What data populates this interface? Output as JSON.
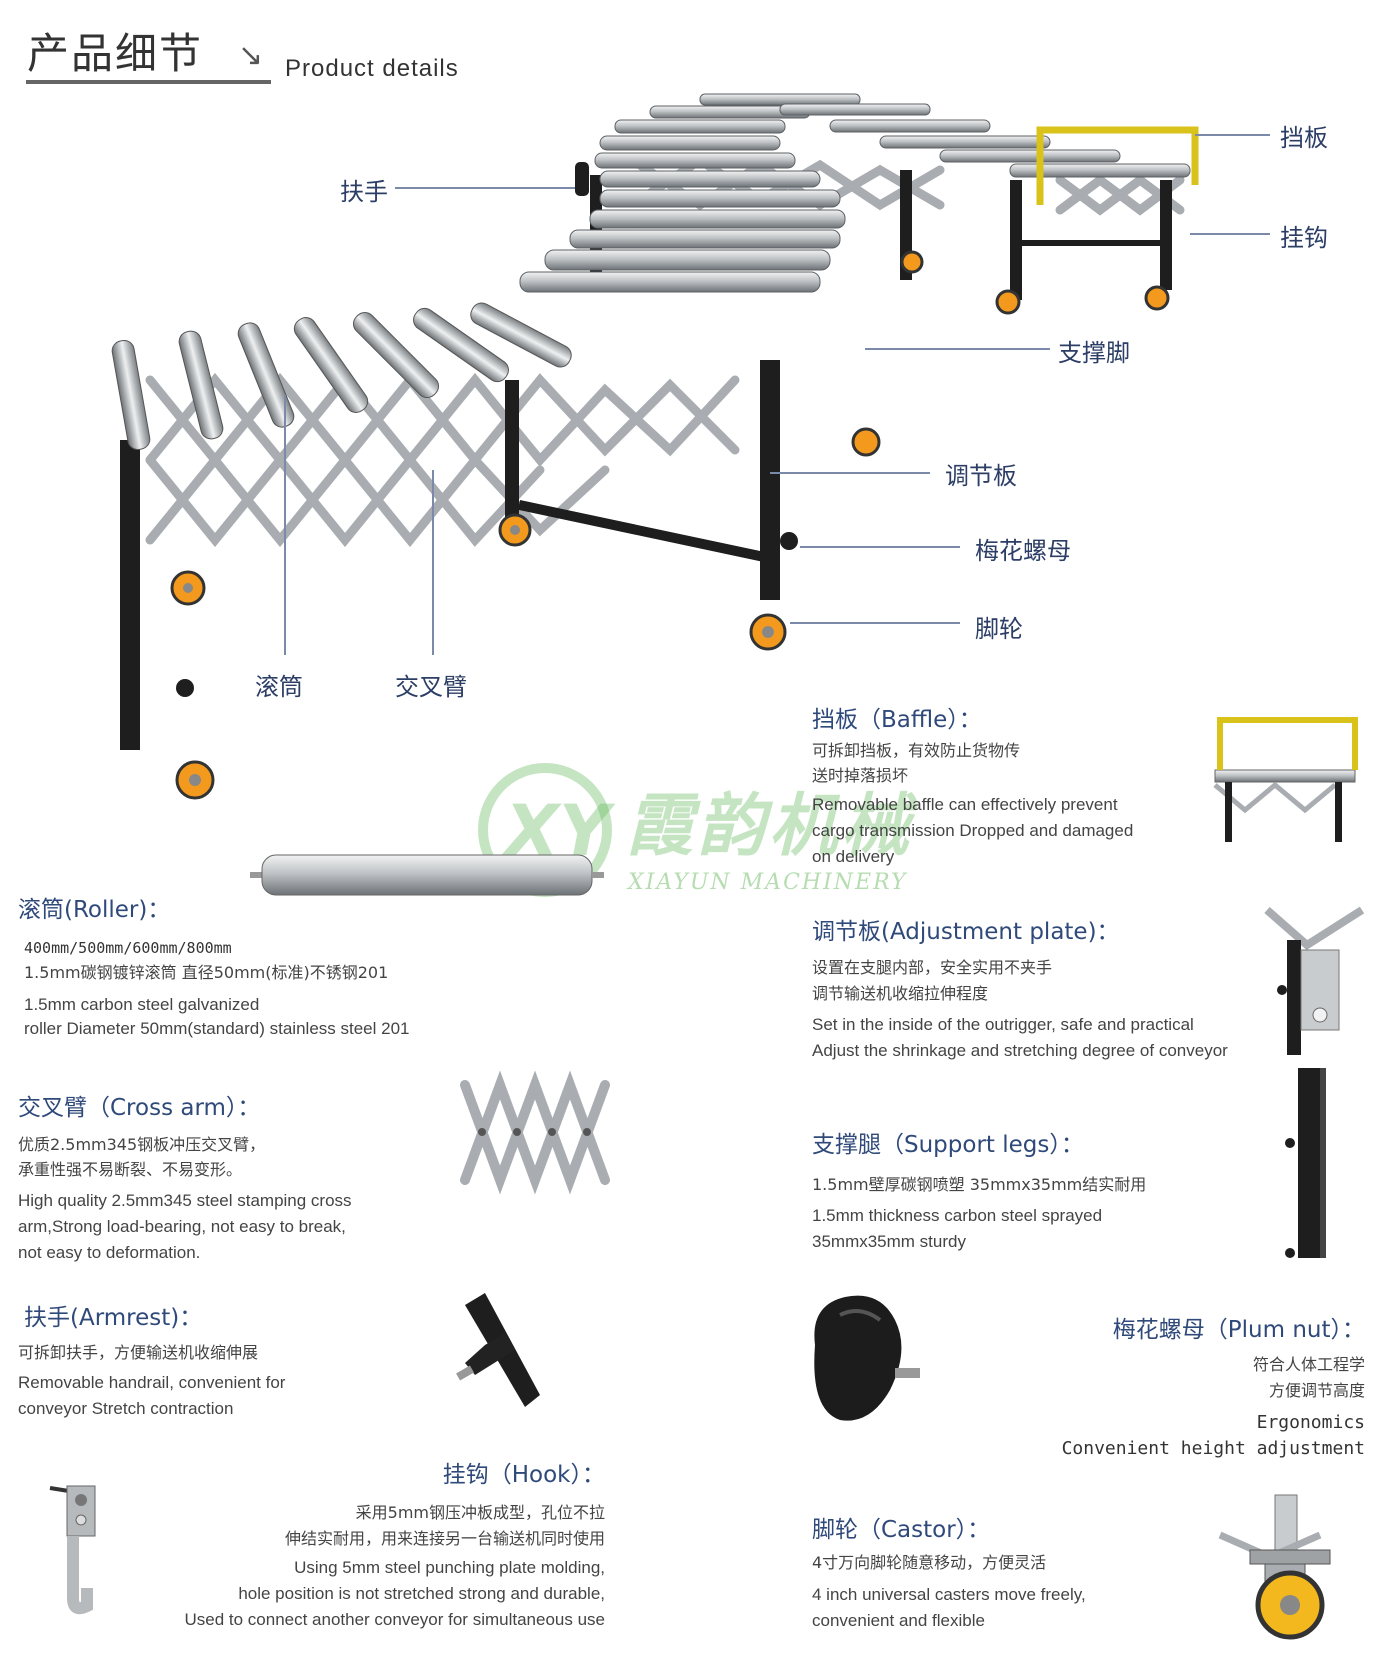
{
  "header": {
    "title_cn": "产品细节",
    "arrow": "↘",
    "title_en": "Product details"
  },
  "callouts": {
    "armrest": "扶手",
    "baffle": "挡板",
    "hook": "挂钩",
    "support_leg": "支撑脚",
    "adjustment_plate": "调节板",
    "plum_nut": "梅花螺母",
    "castor": "脚轮",
    "roller": "滚筒",
    "cross_arm": "交叉臂"
  },
  "watermark": {
    "cn": "霞韵机械",
    "en": "XIAYUN MACHINERY",
    "logo": "XY"
  },
  "sections": {
    "baffle": {
      "title": "挡板（Baffle）：",
      "cn": [
        "可拆卸挡板，有效防止货物传",
        "送时掉落损坏"
      ],
      "en": [
        "Removable baffle can effectively prevent",
        "cargo transmission Dropped and damaged",
        "on delivery"
      ]
    },
    "roller": {
      "title": "滚筒(Roller)：",
      "cn": [
        "400mm/500mm/600mm/800mm",
        "1.5mm碳钢镀锌滚筒  直径50mm(标准)不锈钢201"
      ],
      "en": [
        "1.5mm carbon steel galvanized",
        "roller Diameter 50mm(standard) stainless steel 201"
      ]
    },
    "adjustment_plate": {
      "title": "调节板(Adjustment plate)：",
      "cn": [
        "设置在支腿内部，安全实用不夹手",
        "调节输送机收缩拉伸程度"
      ],
      "en": [
        "Set in the inside of the outrigger, safe and practical",
        "Adjust the shrinkage and stretching degree of conveyor"
      ]
    },
    "cross_arm": {
      "title": "交叉臂（Cross arm）：",
      "cn": [
        "优质2.5mm345钢板冲压交叉臂，",
        "承重性强不易断裂、不易变形。"
      ],
      "en": [
        "High quality 2.5mm345 steel stamping cross",
        "arm,Strong load-bearing, not easy to break,",
        "not easy to deformation."
      ]
    },
    "support_legs": {
      "title": "支撑腿（Support legs）：",
      "cn": [
        "1.5mm壁厚碳钢喷塑 35mmx35mm结实耐用"
      ],
      "en": [
        "1.5mm thickness carbon steel sprayed",
        "35mmx35mm sturdy"
      ]
    },
    "armrest": {
      "title": "扶手(Armrest)：",
      "cn": [
        "可拆卸扶手，方便输送机收缩伸展"
      ],
      "en": [
        "Removable handrail, convenient for",
        "conveyor Stretch contraction"
      ]
    },
    "plum_nut": {
      "title": "梅花螺母（Plum nut）：",
      "cn": [
        "符合人体工程学",
        "方便调节高度"
      ],
      "en": [
        "Ergonomics",
        "Convenient height adjustment"
      ]
    },
    "hook": {
      "title": "挂钩（Hook）：",
      "cn": [
        "采用5mm钢压冲板成型，孔位不拉",
        "伸结实耐用，用来连接另一台输送机同时使用"
      ],
      "en": [
        "Using 5mm steel punching plate molding,",
        "hole position is not stretched strong and durable,",
        "Used to connect another conveyor for simultaneous use"
      ]
    },
    "castor": {
      "title": "脚轮（Castor）：",
      "cn": [
        "4寸万向脚轮随意移动，方便灵活"
      ],
      "en": [
        "4 inch universal casters move freely,",
        "convenient and flexible"
      ]
    }
  },
  "colors": {
    "accent_blue": "#2f4a7a",
    "wheel_orange": "#f39a1e",
    "baffle_yellow": "#d9c21a",
    "frame_black": "#1e1e1e",
    "watermark_green": "#5ab450"
  }
}
